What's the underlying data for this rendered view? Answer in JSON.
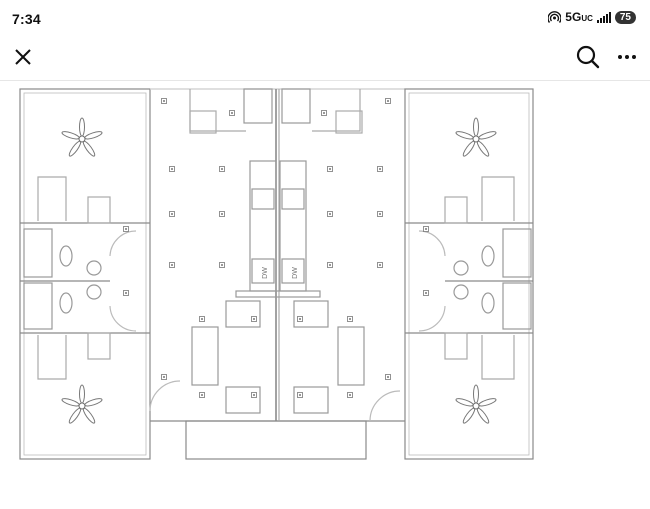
{
  "status_bar": {
    "time": "7:34",
    "network": "5G",
    "network_suffix": "UC",
    "battery": "75",
    "icons": [
      "hotspot-icon",
      "signal-icon",
      "battery-icon"
    ]
  },
  "toolbar": {
    "icons": [
      "close-icon",
      "search-icon",
      "more-icon"
    ]
  },
  "floor_plan": {
    "appliance_labels": [
      "DW",
      "DW"
    ]
  }
}
